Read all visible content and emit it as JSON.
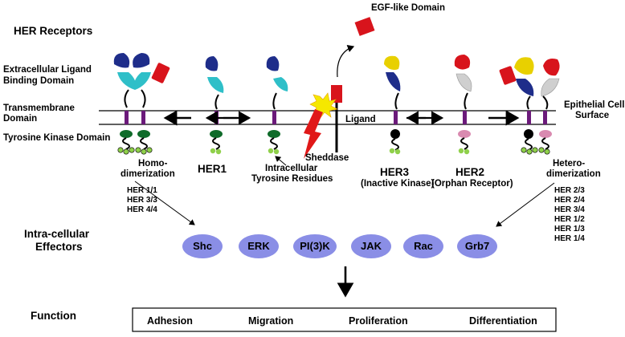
{
  "titles": {
    "her_receptors": "HER Receptors",
    "intracellular_effectors_1": "Intra-cellular",
    "intracellular_effectors_2": "Effectors",
    "function": "Function"
  },
  "left_labels": {
    "ecd_1": "Extracellular Ligand",
    "ecd_2": "Binding Domain",
    "tm_1": "Transmembrane",
    "tm_2": "Domain",
    "tk": "Tyrosine Kinase Domain"
  },
  "right_labels": {
    "surface_1": "Epithelial Cell",
    "surface_2": "Surface"
  },
  "annotations": {
    "egf": "EGF-like Domain",
    "ligand": "Ligand",
    "sheddase": "Sheddase",
    "homo_1": "Homo-",
    "homo_2": "dimerization",
    "hetero_1": "Hetero-",
    "hetero_2": "dimerization",
    "tyr_1": "Intracellular",
    "tyr_2": "Tyrosine Residues"
  },
  "receptors": {
    "her1": "HER1",
    "her3": "HER3",
    "her3_note": "(Inactive Kinase)",
    "her2": "HER2",
    "her2_note": "(Orphan Receptor)"
  },
  "homodimers": [
    "HER  1/1",
    "HER  3/3",
    "HER  4/4"
  ],
  "heterodimers": [
    "HER  2/3",
    "HER  2/4",
    "HER  3/4",
    "HER  1/2",
    "HER  1/3",
    "HER  1/4"
  ],
  "effectors": [
    "Shc",
    "ERK",
    "PI(3)K",
    "JAK",
    "Rac",
    "Grb7"
  ],
  "functions": [
    "Adhesion",
    "Migration",
    "Proliferation",
    "Differentiation"
  ],
  "colors": {
    "cyan": "#2fbfc8",
    "navy": "#1e2d8a",
    "red": "#d8141c",
    "green": "#0f6b2a",
    "purple": "#6b1a7a",
    "effector_fill": "#8a8ee6",
    "yellow": "#e8d000",
    "pink": "#d98ab0",
    "lightgreen": "#8fd04a"
  }
}
